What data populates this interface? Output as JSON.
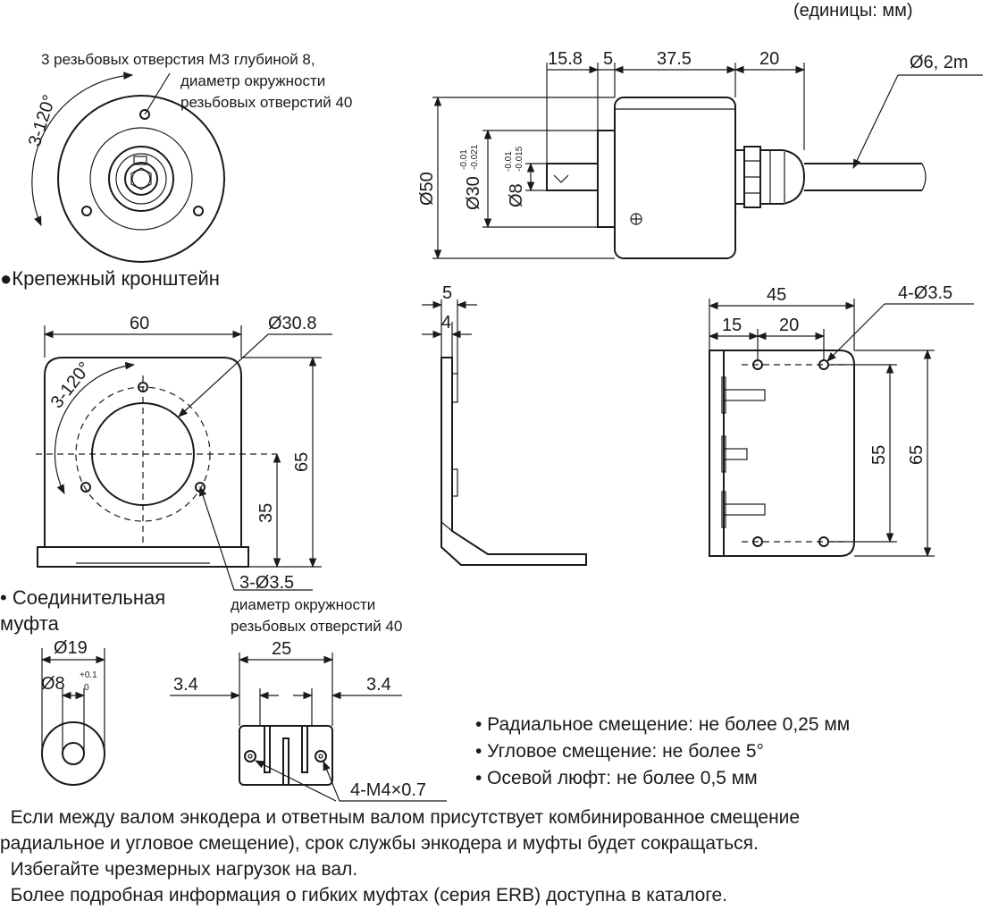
{
  "units_label": "(единицы: мм)",
  "encoder": {
    "front_note": [
      "3 резьбовых отверстия M3 глубиной 8,",
      "диаметр окружности",
      "резьбовых отверстий 40"
    ],
    "front_angle": "3-120°",
    "dims": {
      "d1": "15.8",
      "d2": "5",
      "d3": "37.5",
      "d4": "20",
      "cable": "Ø6, 2m",
      "dia50": "Ø50",
      "dia30": "Ø30",
      "dia30_tol_upper": "-0.01",
      "dia30_tol_lower": "-0.021",
      "dia8": "Ø8",
      "dia8_tol_upper": "-0.01",
      "dia8_tol_lower": "-0.015"
    }
  },
  "bracket": {
    "title": "●Крепежный кронштейн",
    "width": "60",
    "bore": "Ø30.8",
    "angle": "3-120°",
    "height": "65",
    "center_height": "35",
    "holes": "3-Ø3.5",
    "holes_note": [
      "диаметр окружности",
      "резьбовых отверстий 40"
    ],
    "side_t1": "5",
    "side_t2": "4",
    "right_width": "45",
    "right_d1": "15",
    "right_d2": "20",
    "right_holes": "4-Ø3.5",
    "right_h1": "55",
    "right_h2": "65"
  },
  "coupling": {
    "title": [
      "• Соединительная",
      "муфта"
    ],
    "outer": "Ø19",
    "inner": "Ø8",
    "inner_tol_upper": "+0.1",
    "inner_tol_lower": "0",
    "length": "25",
    "left_off": "3.4",
    "right_off": "3.4",
    "screws": "4-M4×0.7"
  },
  "specs": [
    "• Радиальное смещение: не более 0,25 мм",
    "• Угловое смещение: не более 5°",
    "• Осевой люфт: не более 0,5 мм"
  ],
  "notes": [
    "  Если между валом энкодера и ответным валом присутствует комбинированное смещение",
    "радиальное и угловое смещение), срок службы энкодера и муфты будет сокращаться.",
    "  Избегайте чрезмерных нагрузок на вал.",
    "  Более подробная информация о гибких муфтах (серия ERB) доступна в каталоге."
  ]
}
